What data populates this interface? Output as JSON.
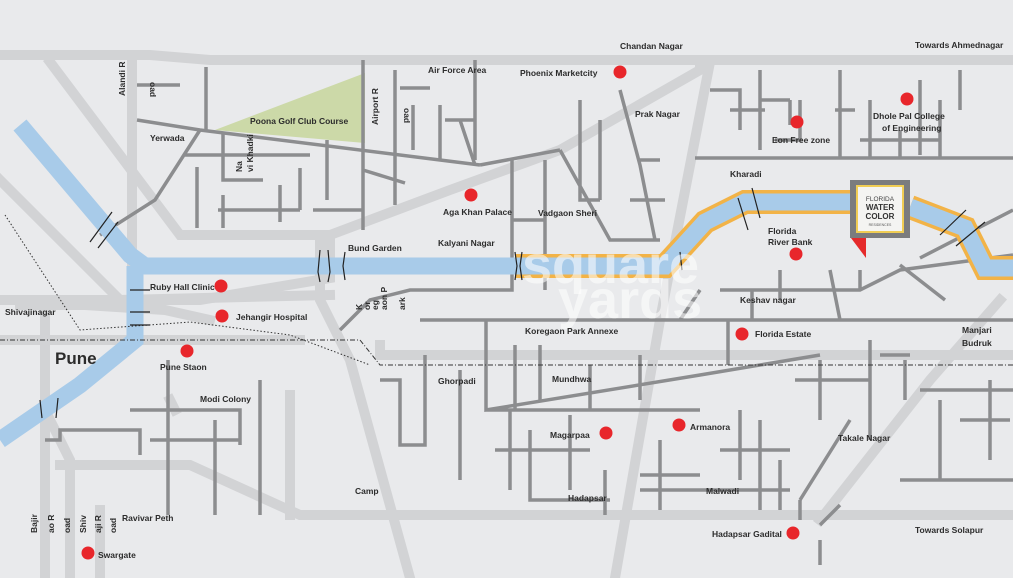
{
  "map": {
    "colors": {
      "background": "#e9eaec",
      "major_road": "#d2d3d5",
      "minor_road": "#8c8d8f",
      "river": "#a8cbe9",
      "river_bank": "#f2b347",
      "poi": "#e8262b",
      "golf": "#ccd9a8"
    },
    "project": {
      "line1": "FLORIDA",
      "line2": "WATER",
      "line3": "COLOR",
      "line4": "RESIDENCES"
    },
    "watermark": {
      "line1": "square",
      "line2": "yards"
    },
    "city": "Pune",
    "directions": {
      "ahmednagar": "Towards Ahmednagar",
      "solapur": "Towards Solapur"
    },
    "areas": {
      "chandan_nagar": "Chandan Nagar",
      "air_force": "Air Force Area",
      "golf": "Poona Golf Club Course",
      "yerwada": "Yerwada",
      "prak_nagar": "Prak Nagar",
      "kharadi": "Kharadi",
      "vadgaon": "Vadgaon Sheri",
      "bund_garden": "Bund Garden",
      "kalyani": "Kalyani Nagar",
      "shivajinagar": "Shivajinagar",
      "keshav": "Keshav nagar",
      "kp_annexe": "Koregaon Park Annexe",
      "manjari1": "Manjari",
      "manjari2": "Budruk",
      "ghorpadi": "Ghorpadi",
      "mundhwa": "Mundhwa",
      "modi": "Modi Colony",
      "takale": "Takale Nagar",
      "camp": "Camp",
      "hadapsar": "Hadapsar",
      "malwadi": "Malwadi",
      "ravivar": "Ravivar Peth"
    },
    "roads": {
      "alandi": "Alandi R",
      "alandi2": "oad",
      "airport": "Airport R",
      "airport2": "oad",
      "navi1": "Na",
      "navi2": "vi Khadki",
      "kp1": "K",
      "kp2": "or",
      "kp3": "eg",
      "kp4": "aon P",
      "kp5": "ark",
      "b1": "Bajir",
      "b2": "ao R",
      "b3": "oad",
      "s1": "Shiv",
      "s2": "aji R",
      "s3": "oad"
    },
    "pois": {
      "phoenix": "Phoenix Marketcity",
      "eon": "Eon Free zone",
      "dhole1": "Dhole Pal College",
      "dhole2": "of Engineering",
      "aga": "Aga Khan Palace",
      "frb1": "Florida",
      "frb2": "River Bank",
      "ruby": "Ruby Hall Clinic",
      "jehangir": "Jehangir Hospital",
      "estate": "Florida Estate",
      "station": "Pune Staon",
      "armanora": "Armanora",
      "magarpaa": "Magarpaa",
      "gadital": "Hadapsar Gadital",
      "swargate": "Swargate"
    }
  }
}
